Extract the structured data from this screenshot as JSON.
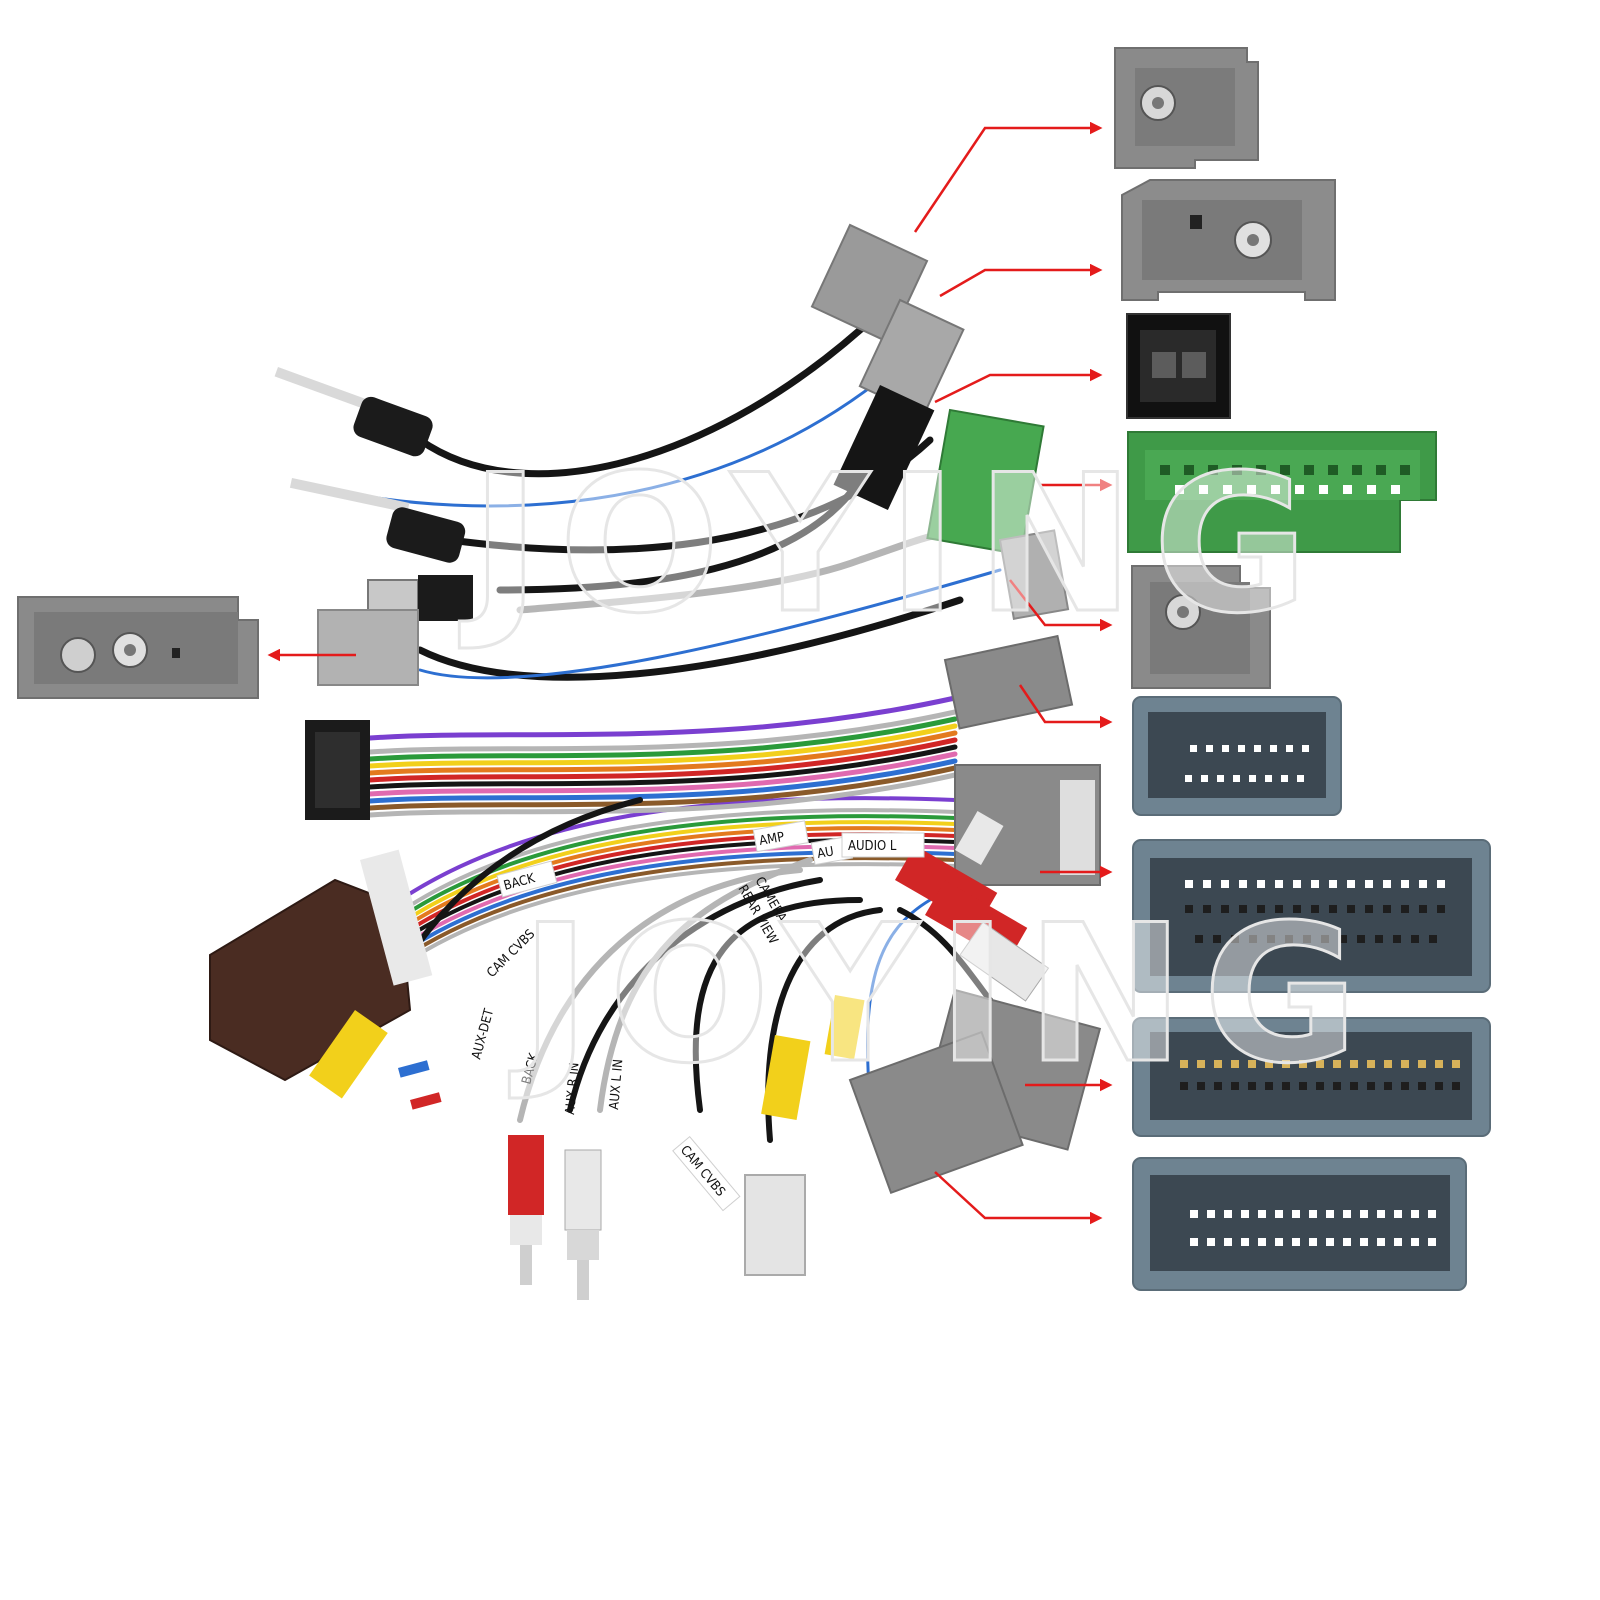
{
  "watermark": "JOYING",
  "colors": {
    "connector_grey": "#8a8a8a",
    "connector_blue_grey": "#6e8391",
    "connector_green": "#3f9a48",
    "arrow_red": "#e41b1b",
    "decoder_brown": "#4a2c22"
  },
  "wire_labels": {
    "amp": "AMP",
    "audio_l": "AUDIO L",
    "au": "AU",
    "back_top": "BACK",
    "rear_view": "REAR VIEW",
    "camera": "CAMERA",
    "cam_cvbs_1": "CAM CVBS",
    "aux_det": "AUX-DET",
    "back_bottom": "BACK",
    "aux_r_in": "AUX R IN",
    "aux_l_in": "AUX L IN",
    "cam_cvbs_2": "CAM CVBS"
  }
}
